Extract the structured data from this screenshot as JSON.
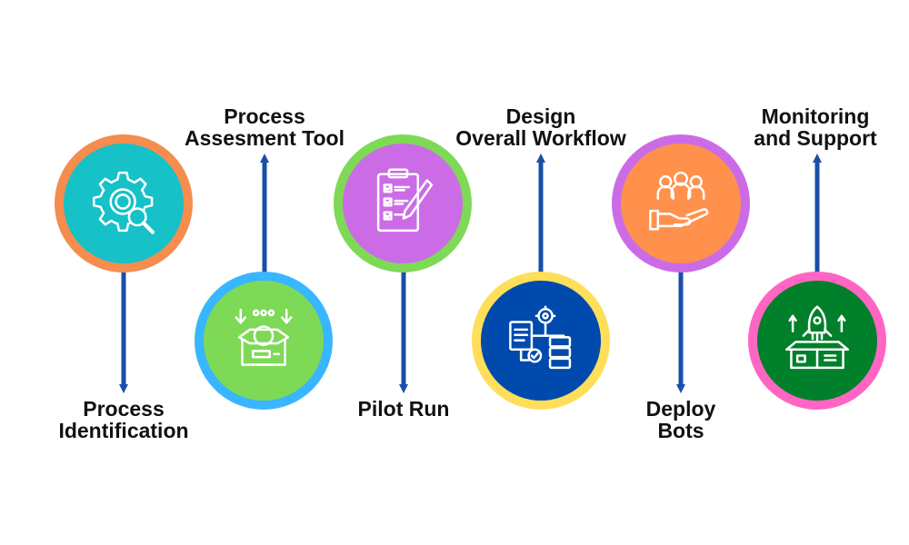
{
  "steps": [
    {
      "label_lines": [
        "Process",
        "Identification"
      ],
      "icon": "gear-search-icon",
      "fill": "#16C1C8",
      "ring": "#F58D4E"
    },
    {
      "label_lines": [
        "Process",
        "Assesment Tool"
      ],
      "icon": "box-arrows-icon",
      "fill": "#7ED957",
      "ring": "#38B6FF"
    },
    {
      "label_lines": [
        "Pilot Run"
      ],
      "icon": "clipboard-checklist-icon",
      "fill": "#CB6CE6",
      "ring": "#7ED957"
    },
    {
      "label_lines": [
        "Design",
        "Overall Workflow"
      ],
      "icon": "workflow-gear-icon",
      "fill": "#004AAD",
      "ring": "#FFDE59"
    },
    {
      "label_lines": [
        "Deploy",
        "Bots"
      ],
      "icon": "team-hand-icon",
      "fill": "#FF914D",
      "ring": "#CB6CE6"
    },
    {
      "label_lines": [
        "Monitoring",
        "and Support"
      ],
      "icon": "rocket-launch-icon",
      "fill": "#00802B",
      "ring": "#FF66C4"
    }
  ],
  "arrow_color": "#1A4FA8"
}
